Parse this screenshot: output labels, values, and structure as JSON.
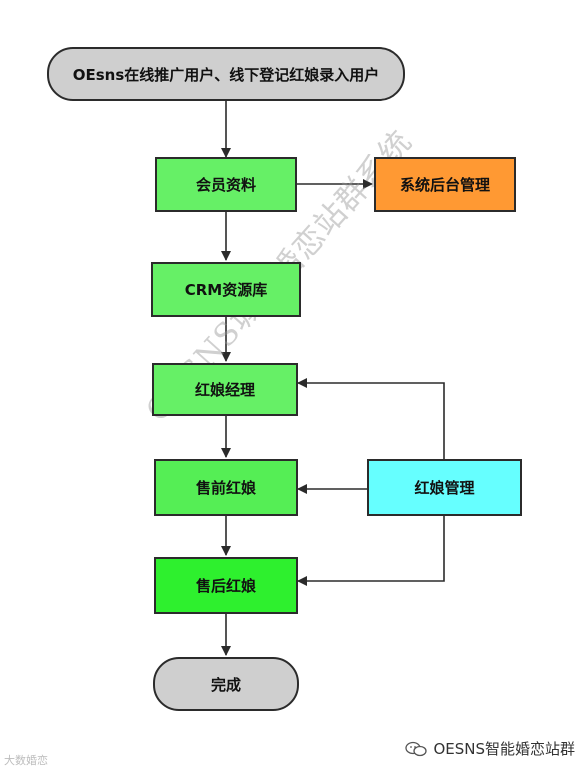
{
  "colors": {
    "start": "#cfcfcf",
    "green_light": "#66f066",
    "green_medium": "#55ee55",
    "green_bright": "#2ef02e",
    "orange": "#ff9933",
    "cyan": "#66ffff",
    "end": "#cfcfcf",
    "stroke": "#2b2b2b"
  },
  "nodes": {
    "start": "OEsns在线推广用户、线下登记红娘录入用户",
    "member_info": "会员资料",
    "backend_admin": "系统后台管理",
    "crm_pool": "CRM资源库",
    "matchmaker_manager": "红娘经理",
    "presale_matchmaker": "售前红娘",
    "matchmaker_admin": "红娘管理",
    "aftersale_matchmaker": "售后红娘",
    "done": "完成"
  },
  "watermark": "OESNS城市婚恋站群系统",
  "footer": {
    "left_text": "大数婚恋",
    "right_text": "OESNS智能婚恋站群",
    "right_icon": "wechat-icon"
  }
}
